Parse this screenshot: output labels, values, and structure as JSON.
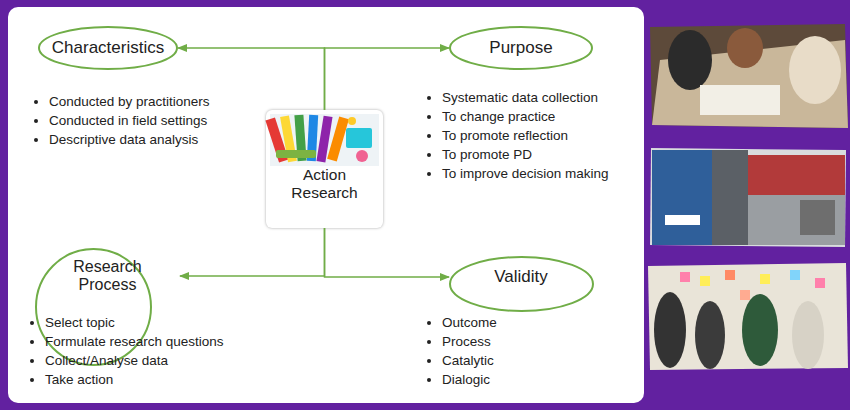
{
  "diagram": {
    "nodes": [
      {
        "text": [
          "Characteristics",
          "Conducted by practitioners",
          "Conducted in field settings",
          "Descriptive data analysis"
        ]
      },
      {
        "text": [
          "Purpose",
          "Systematic data collection",
          "To change practice",
          "To promote reflection",
          "To promote PD",
          "To improve decision making"
        ]
      },
      {
        "text": [
          "Action Research"
        ]
      },
      {
        "text": [
          "Research Process",
          "Select topic",
          "Formulate research questions",
          "Collect/Analyse data",
          "Take action"
        ]
      },
      {
        "text": [
          "Validity",
          "Outcome",
          "Process",
          "Catalytic",
          "Dialogic"
        ]
      }
    ],
    "edges": [
      {
        "from": 2,
        "to": 0,
        "arrow": "to"
      },
      {
        "from": 2,
        "to": 1,
        "arrow": "to"
      },
      {
        "from": 2,
        "to": 3,
        "arrow": "to"
      },
      {
        "from": 2,
        "to": 4,
        "arrow": "to"
      }
    ]
  }
}
